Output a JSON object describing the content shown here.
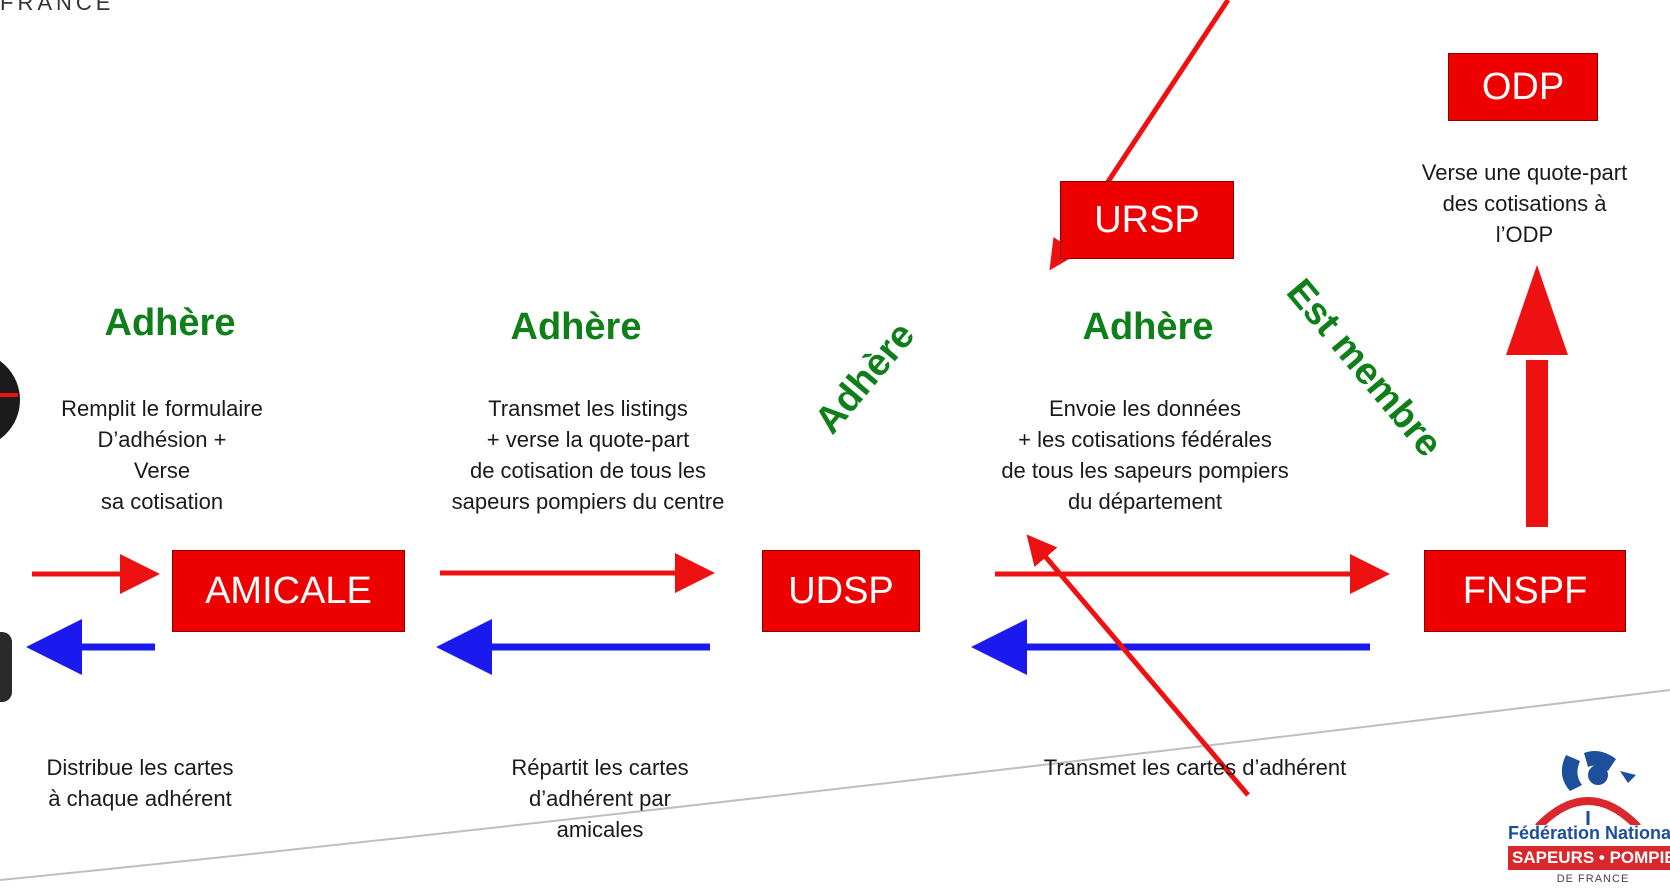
{
  "header": {
    "top_left_cut": "FRANCE"
  },
  "boxes": {
    "amicale": "AMICALE",
    "udsp": "UDSP",
    "fnspf": "FNSPF",
    "ursp": "URSP",
    "odp": "ODP"
  },
  "verbs": {
    "adhere_1": "Adhère",
    "adhere_2": "Adhère",
    "adhere_3": "Adhère",
    "adhere_diag": "Adhère",
    "est_membre": "Est membre"
  },
  "descriptions": {
    "member": "Remplit le formulaire\nD’adhésion  +\nVerse\nsa cotisation",
    "amicale_to_udsp": "Transmet les listings\n+ verse la quote-part\nde cotisation de tous les\nsapeurs pompiers du centre",
    "udsp_to_fnspf": "Envoie les données\n+ les cotisations fédérales\nde tous les sapeurs pompiers\ndu département",
    "fnspf_to_odp": "Verse une quote-part\ndes cotisations à\nl’ODP",
    "return_amicale": "Distribue les cartes\nà chaque adhérent",
    "return_udsp": "Répartit les cartes\nd’adhérent par\namicales",
    "return_fnspf": "Transmet les cartes d’adhérent"
  },
  "logo": {
    "line1": "Fédération Nationale",
    "line2": "SAPEURS • POMPIERS",
    "line3": "DE FRANCE"
  },
  "colors": {
    "box_red": "#ee0000",
    "arrow_red": "#ee1111",
    "arrow_blue": "#1a1aee",
    "verb_green": "#0f7f1a"
  }
}
